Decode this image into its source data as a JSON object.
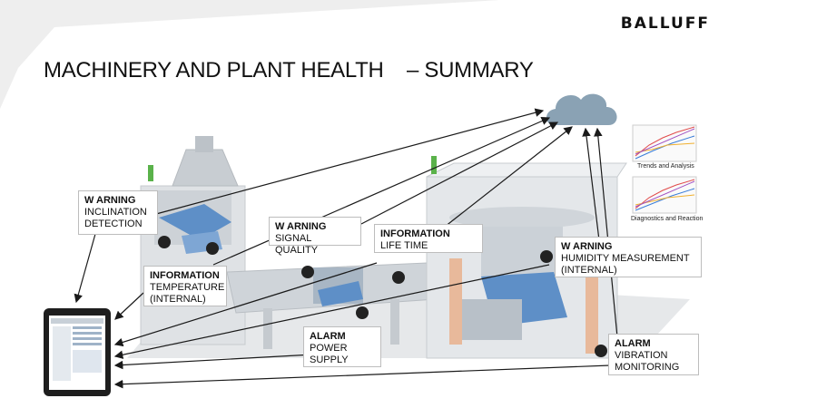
{
  "brand": "BALLUFF",
  "title": "MACHINERY AND PLANT HEALTH    – SUMMARY",
  "analytics": {
    "trends_label": "Trends and Analysis",
    "diagnostics_label": "Diagnostics and Reaction"
  },
  "callouts": {
    "inclination": {
      "level": "W ARNING",
      "text": "INCLINATION\nDETECTION"
    },
    "signal": {
      "level": "W ARNING",
      "text": "SIGNAL QUALITY"
    },
    "lifetime": {
      "level": "INFORMATION",
      "text": "LIFE TIME"
    },
    "humidity": {
      "level": "W ARNING",
      "text": "HUMIDITY MEASUREMENT\n(INTERNAL)"
    },
    "temperature": {
      "level": "INFORMATION",
      "text": "TEMPERATURE\n(INTERNAL)"
    },
    "power": {
      "level": "ALARM",
      "text": "POWER\nSUPPLY"
    },
    "vibration": {
      "level": "ALARM",
      "text": "VIBRATION\nMONITORING"
    }
  },
  "colors": {
    "cloud": "#8aa2b4",
    "machine": "#d9dce0",
    "blue_parts": "#5e8fc7",
    "tablet": "#1e1e1e",
    "arrow": "#1a1a1a"
  }
}
